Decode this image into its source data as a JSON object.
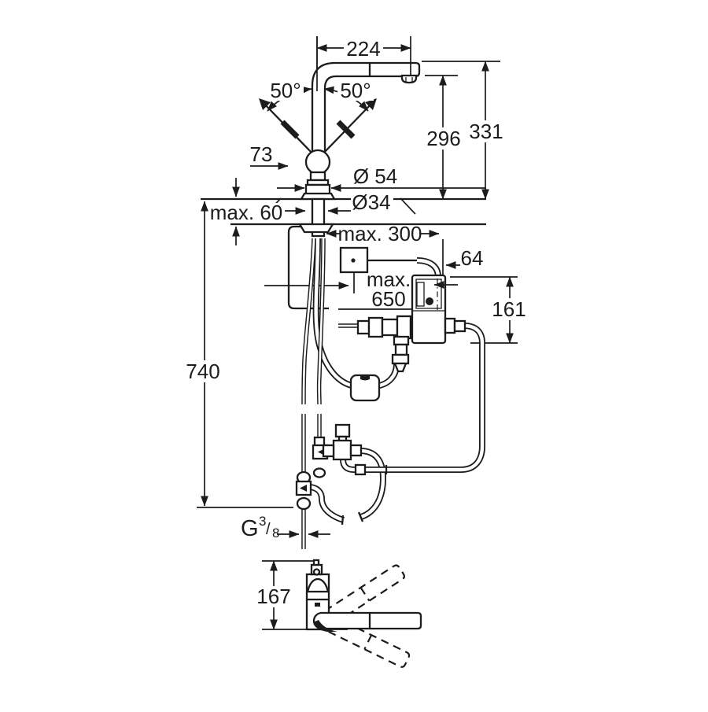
{
  "drawing": {
    "type": "faucet-installation-dimension-drawing",
    "line_color": "#1c1c1c",
    "background_color": "#ffffff",
    "front_view": {
      "spout_reach": "224",
      "swivel_angle_left": "50°",
      "swivel_angle_right": "50°",
      "lever_offset": "73",
      "spout_outlet_height": "296",
      "total_height": "331",
      "body_diameter": "Ø 54",
      "hole_diameter": "Ø34",
      "max_deck_thickness": "max. 60",
      "max_side_distance": "max. 300",
      "box_offset": "64",
      "max_cable_line1": "max.",
      "max_cable_line2": "650",
      "box_height": "161",
      "under_deck_height": "740",
      "thread_prefix": "G",
      "thread_numerator": "3",
      "thread_slash": "/",
      "thread_denominator": "8"
    },
    "plan_view": {
      "body_depth": "167"
    }
  }
}
